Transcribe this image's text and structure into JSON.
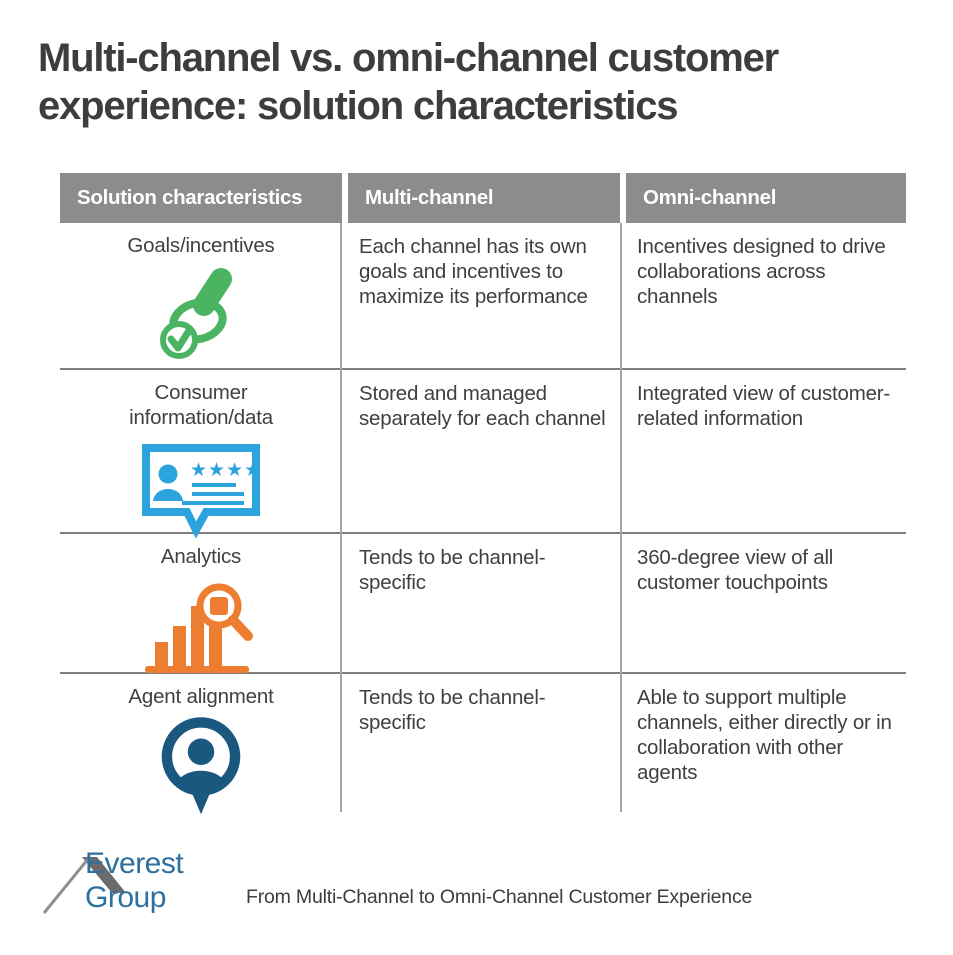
{
  "page": {
    "title_line1": "Multi-channel vs. omni-channel customer",
    "title_line2": "experience: solution characteristics"
  },
  "table": {
    "headers": {
      "characteristics": "Solution characteristics",
      "multi": "Multi-channel",
      "omni": "Omni-channel"
    },
    "rows": [
      {
        "characteristic": "Goals/incentives",
        "icon": "stamp-check-icon",
        "icon_color": "#4bb462",
        "multi_channel": "Each channel has its own goals and incentives to maximize its performance",
        "omni_channel": "Incentives designed to drive collaborations across channels"
      },
      {
        "characteristic": "Consumer information/data",
        "icon": "customer-review-card-icon",
        "icon_color": "#2ba3dc",
        "multi_channel": "Stored and managed separately for each channel",
        "omni_channel": "Integrated view of customer-related information"
      },
      {
        "characteristic": "Analytics",
        "icon": "bar-chart-magnifier-icon",
        "icon_color": "#ed7d31",
        "multi_channel": "Tends to be channel-specific",
        "omni_channel": "360-degree view of all customer touchpoints"
      },
      {
        "characteristic": "Agent alignment",
        "icon": "agent-location-pin-icon",
        "icon_color": "#1a5880",
        "multi_channel": "Tends to be channel-specific",
        "omni_channel": "Able to support multiple channels, either directly or in collaboration with other agents"
      }
    ]
  },
  "footer": {
    "logo_text": "Everest Group",
    "tagline": "From Multi-Channel to Omni-Channel Customer Experience"
  },
  "colors": {
    "header_bg": "#8c8c8c",
    "header_text": "#ffffff",
    "title_text": "#3d3d3d",
    "body_text": "#404040",
    "divider_horizontal": "#7f7f7f",
    "divider_vertical": "#a6a6a6",
    "green": "#4bb462",
    "light_blue": "#2ba3dc",
    "orange": "#ed7d31",
    "dark_blue": "#1a5880",
    "logo_blue": "#2d6f9e",
    "logo_gray": "#6b6b6b"
  }
}
